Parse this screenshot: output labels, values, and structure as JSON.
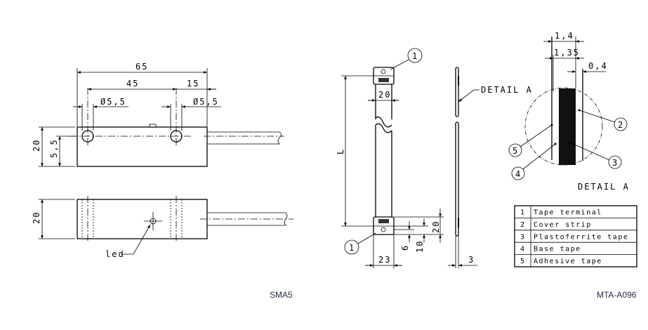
{
  "left_drawing": {
    "dims": {
      "overall": "65",
      "hole_spacing": "45",
      "end_offset": "15",
      "hole_dia_left": "Ø5,5",
      "hole_dia_right": "Ø5,5",
      "height_top": "20",
      "hole_height": "5,5",
      "height_bottom": "20"
    },
    "led_label": "led",
    "caption": "SMA5"
  },
  "middle_drawing": {
    "dims": {
      "length": "L",
      "tape_width": "20",
      "terminal_width": "23",
      "terminal_height": "20",
      "hole_offset_10": "10",
      "hole_offset_6": "6",
      "thickness": "3"
    },
    "balloon_top": "1",
    "balloon_bottom": "1",
    "detail_leader": "DETAIL A"
  },
  "detail": {
    "dims": {
      "total": "1,4",
      "inner": "1,35",
      "cover": "0,4"
    },
    "balloons": [
      "2",
      "3",
      "5",
      "4"
    ],
    "title": "DETAIL A"
  },
  "parts_table": [
    {
      "no": "1",
      "name": "Tape terminal"
    },
    {
      "no": "2",
      "name": "Cover strip"
    },
    {
      "no": "3",
      "name": "Plastoferrite tape"
    },
    {
      "no": "4",
      "name": "Base tape"
    },
    {
      "no": "5",
      "name": "Adhesive tape"
    }
  ],
  "caption_right": "MTA-A096"
}
